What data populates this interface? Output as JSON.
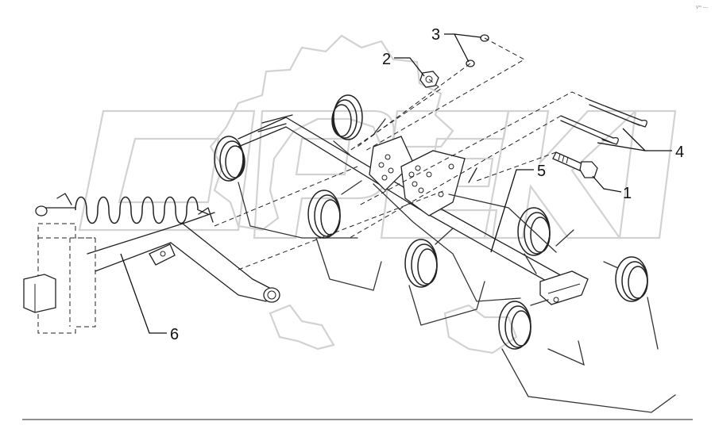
{
  "diagram": {
    "corner_mark": "V°° ----",
    "callouts": [
      {
        "id": "callout-1",
        "text": "1"
      },
      {
        "id": "callout-2",
        "text": "2"
      },
      {
        "id": "callout-3",
        "text": "3"
      },
      {
        "id": "callout-4",
        "text": "4"
      },
      {
        "id": "callout-5",
        "text": "5"
      },
      {
        "id": "callout-6",
        "text": "6"
      }
    ]
  }
}
